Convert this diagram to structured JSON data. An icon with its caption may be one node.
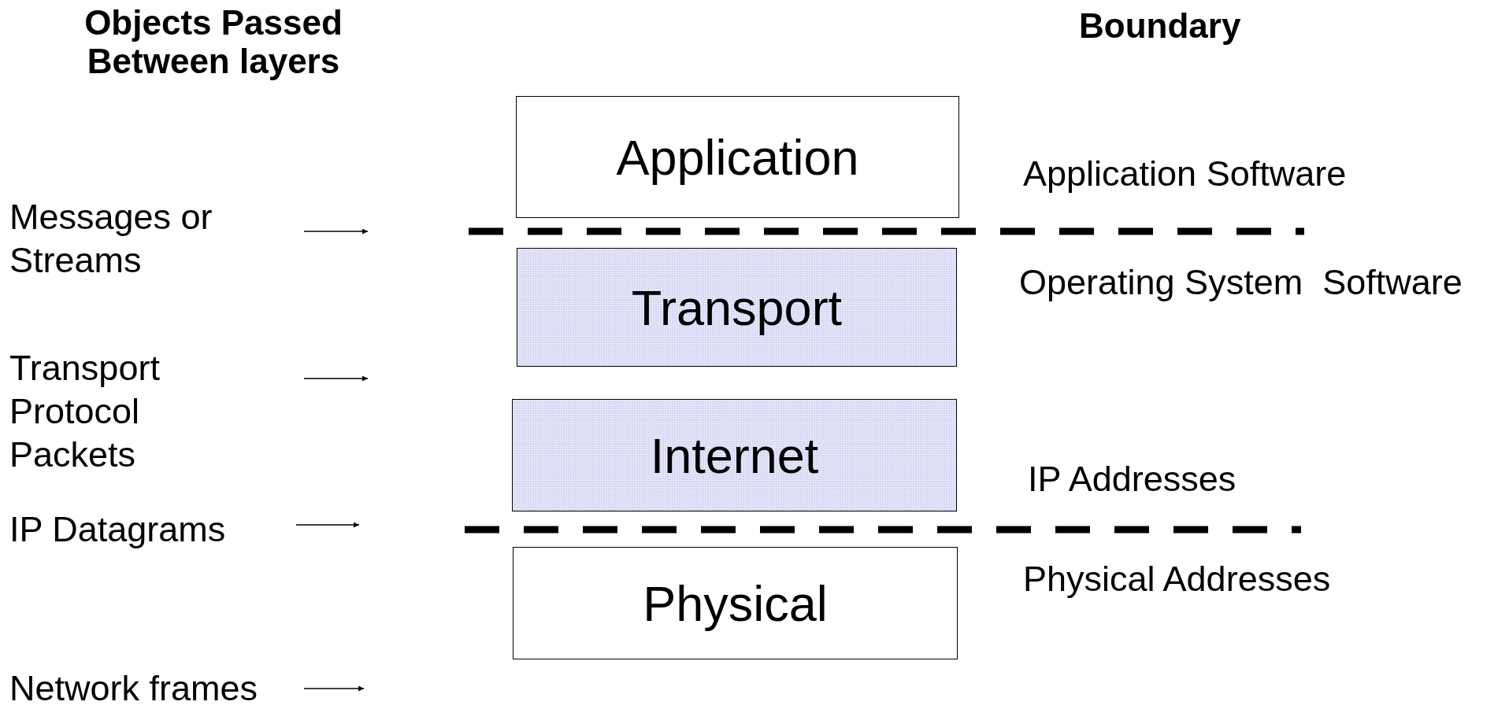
{
  "diagram": {
    "nodes": [
      {
        "text": [
          "Application"
        ]
      },
      {
        "text": [
          "Transport"
        ]
      },
      {
        "text": [
          "Internet"
        ]
      },
      {
        "text": [
          "Physical"
        ]
      }
    ],
    "labels": [
      "Objects Passed Between layers",
      "Boundary",
      "Application Software",
      "Messages or Streams",
      "Operating System  Software",
      "Transport Protocol Packets",
      "IP Addresses",
      "IP Datagrams",
      "Physical Addresses",
      "Network frames"
    ]
  }
}
